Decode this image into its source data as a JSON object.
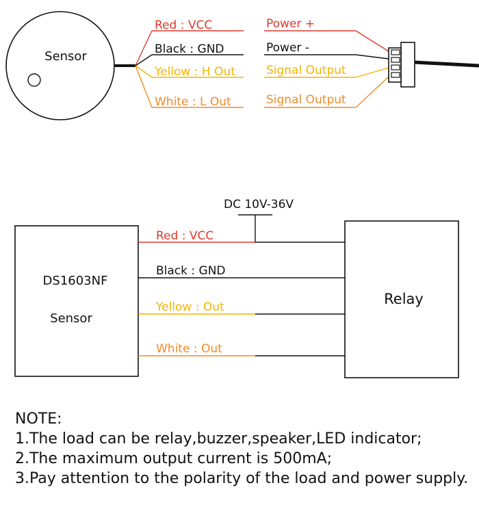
{
  "colors": {
    "red": "#e03a2e",
    "black": "#111111",
    "yellow": "#f4b400",
    "orange": "#f08c2a"
  },
  "top": {
    "sensor_label": "Sensor",
    "wires_left": [
      "Red : VCC",
      "Black : GND",
      "Yellow : H Out",
      "White : L Out"
    ],
    "wires_right": [
      "Power +",
      "Power -",
      "Signal Output",
      "Signal Output"
    ]
  },
  "bottom": {
    "supply_label": "DC 10V-36V",
    "sensor_box_line1": "DS1603NF",
    "sensor_box_line2": "Sensor",
    "relay_label": "Relay",
    "wires": [
      "Red : VCC",
      "Black : GND",
      "Yellow : Out",
      "White : Out"
    ]
  },
  "note": {
    "title": "NOTE:",
    "lines": [
      "1.The load can be relay,buzzer,speaker,LED indicator;",
      "2.The maximum output current is 500mA;",
      "3.Pay attention to the polarity of the load and power supply."
    ]
  }
}
